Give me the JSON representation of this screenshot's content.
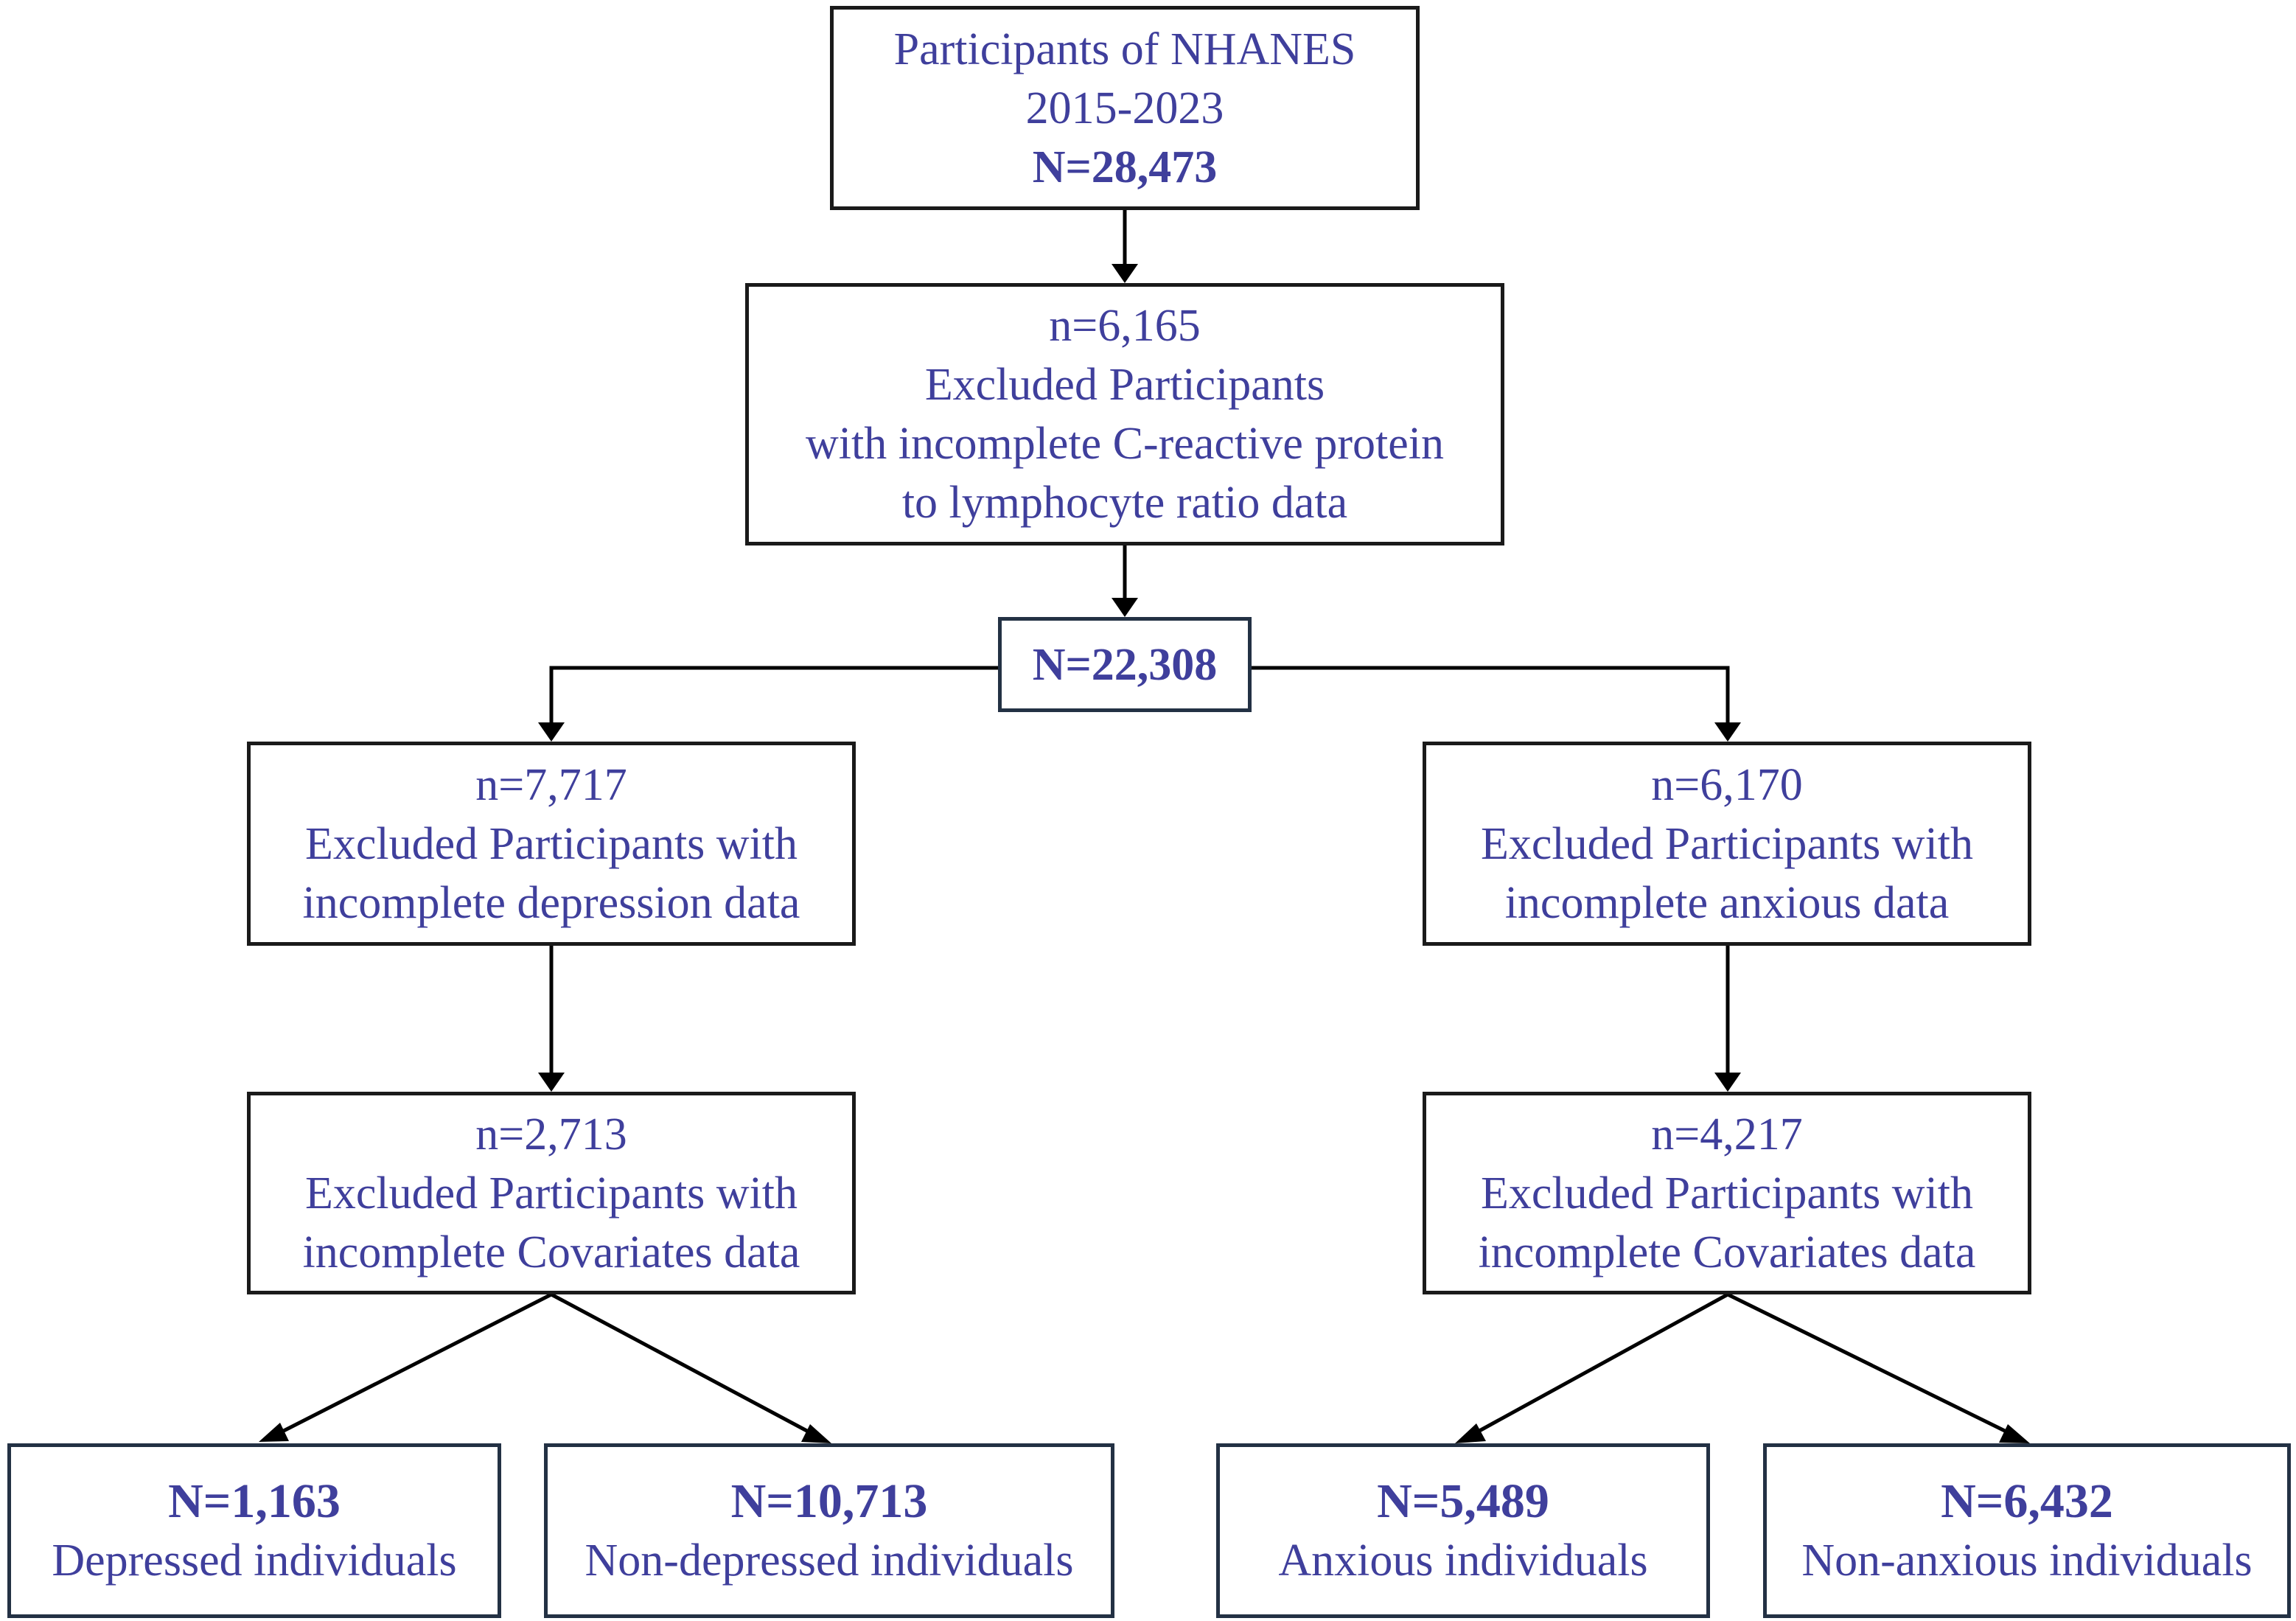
{
  "colors": {
    "text": "#3f3f9c",
    "border": "#1a1a1a",
    "border_dark": "#233144",
    "connector": "#000000"
  },
  "nodes": {
    "source": {
      "title_line1": "Participants of NHANES",
      "title_line2": "2015-2023",
      "count": "N=28,473"
    },
    "exclusion_crp": {
      "count": "n=6,165",
      "line1": "Excluded Participants",
      "line2": "with incomplete C-reactive protein",
      "line3": "to lymphocyte ratio data"
    },
    "eligible": {
      "count": "N=22,308"
    },
    "exclusion_depression": {
      "count": "n=7,717",
      "line1": "Excluded Participants with",
      "line2": "incomplete depression data"
    },
    "exclusion_anxiety": {
      "count": "n=6,170",
      "line1": "Excluded Participants with",
      "line2": "incomplete anxious data"
    },
    "exclusion_covariates_depression": {
      "count": "n=2,713",
      "line1": "Excluded Participants with",
      "line2": "incomplete Covariates data"
    },
    "exclusion_covariates_anxiety": {
      "count": "n=4,217",
      "line1": "Excluded Participants with",
      "line2": "incomplete Covariates data"
    },
    "depressed": {
      "count": "N=1,163",
      "label": "Depressed individuals"
    },
    "non_depressed": {
      "count": "N=10,713",
      "label": "Non-depressed individuals"
    },
    "anxious": {
      "count": "N=5,489",
      "label": "Anxious individuals"
    },
    "non_anxious": {
      "count": "N=6,432",
      "label": "Non-anxious individuals"
    }
  }
}
